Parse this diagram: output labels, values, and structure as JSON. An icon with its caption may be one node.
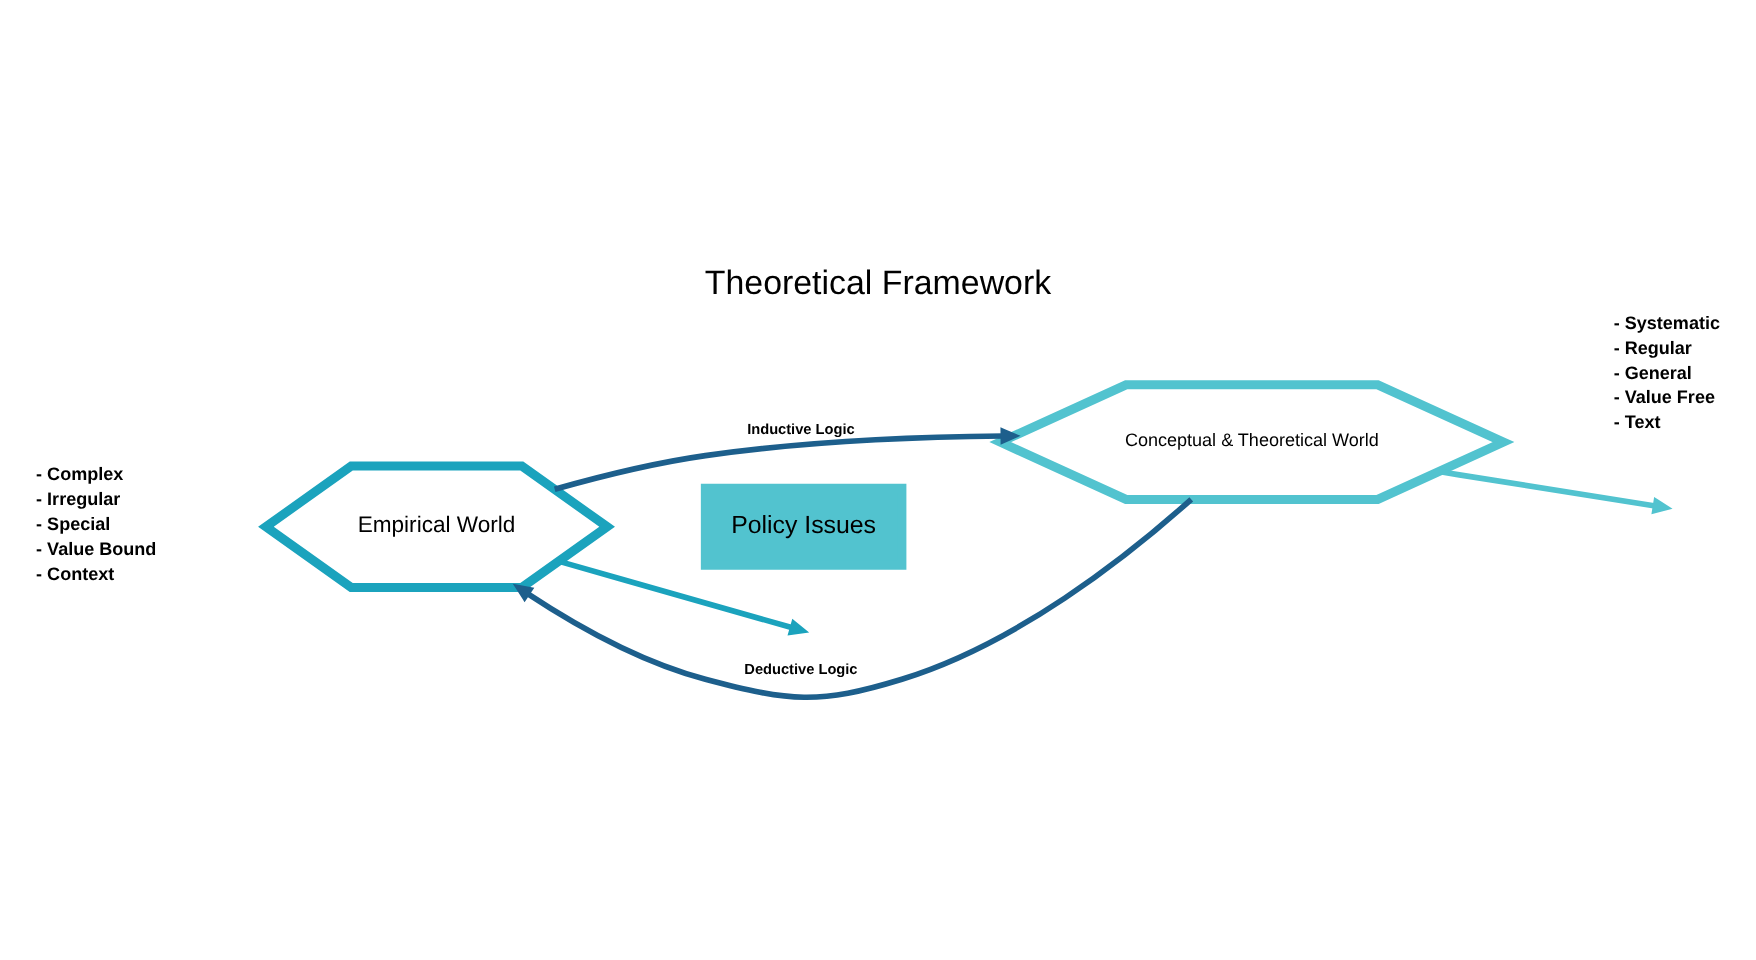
{
  "diagram": {
    "title": "Theoretical Framework",
    "nodes": [
      {
        "text": [
          "Empirical World"
        ],
        "beside": [
          "- Complex",
          "- Irregular",
          "- Special",
          "- Value Bound",
          "- Context"
        ]
      },
      {
        "text": [
          "Conceptual & Theoretical World"
        ],
        "beside": [
          "- Systematic",
          "- Regular",
          "- General",
          "- Value Free",
          "- Text"
        ]
      },
      {
        "text": [
          "Policy Issues"
        ]
      }
    ],
    "edges": [
      {
        "from": 0,
        "to": null,
        "arrow": "to",
        "color": "#1ba3bd"
      },
      {
        "from": 0,
        "to": 1,
        "arrow": "to",
        "label": "Inductive Logic",
        "color": "#1d5f8c"
      },
      {
        "from": 1,
        "to": 0,
        "arrow": "to",
        "label": "Deductive Logic",
        "color": "#1d5f8c"
      },
      {
        "from": 1,
        "to": null,
        "arrow": "to",
        "color": "#52c3cf"
      }
    ]
  }
}
